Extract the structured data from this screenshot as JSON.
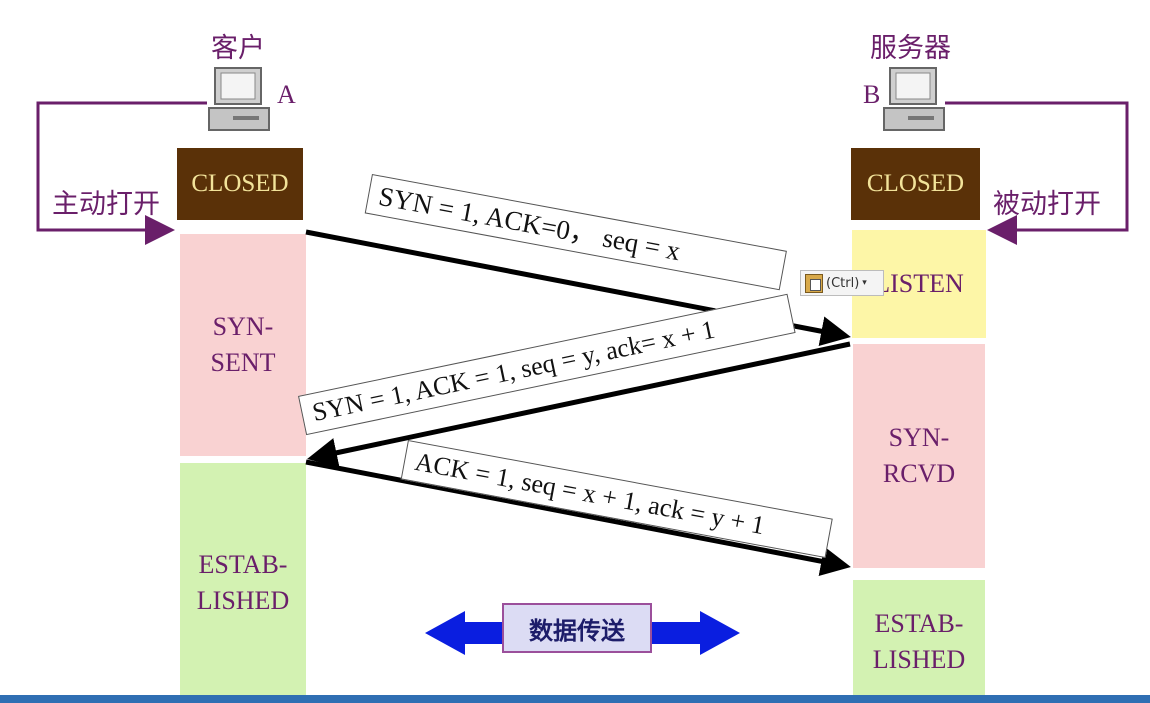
{
  "client": {
    "title": "客户",
    "letter": "A",
    "action": "主动打开"
  },
  "server": {
    "title": "服务器",
    "letter": "B",
    "action": "被动打开"
  },
  "client_states": {
    "closed": "CLOSED",
    "syn_sent": "SYN-\nSENT",
    "established": "ESTAB-\nLISHED"
  },
  "server_states": {
    "closed": "CLOSED",
    "listen": "LISTEN",
    "syn_rcvd": "SYN-\nRCVD",
    "established": "ESTAB-\nLISHED"
  },
  "messages": {
    "m1": "SYN = 1, ACK=0，  seq = x",
    "m2": "SYN = 1, ACK = 1, seq = y, ack= x + 1",
    "m3": "ACK = 1, seq = x + 1, ack = y + 1"
  },
  "paste_button": "(Ctrl)",
  "data_transfer": "数据传送",
  "colors": {
    "closed_bg": "#5a3108",
    "syn_bg": "#f9d2d2",
    "established_bg": "#d3f2b2",
    "listen_bg": "#fdf6a7",
    "label": "#6a1f6a",
    "data_arrow": "#0a1ee0"
  }
}
